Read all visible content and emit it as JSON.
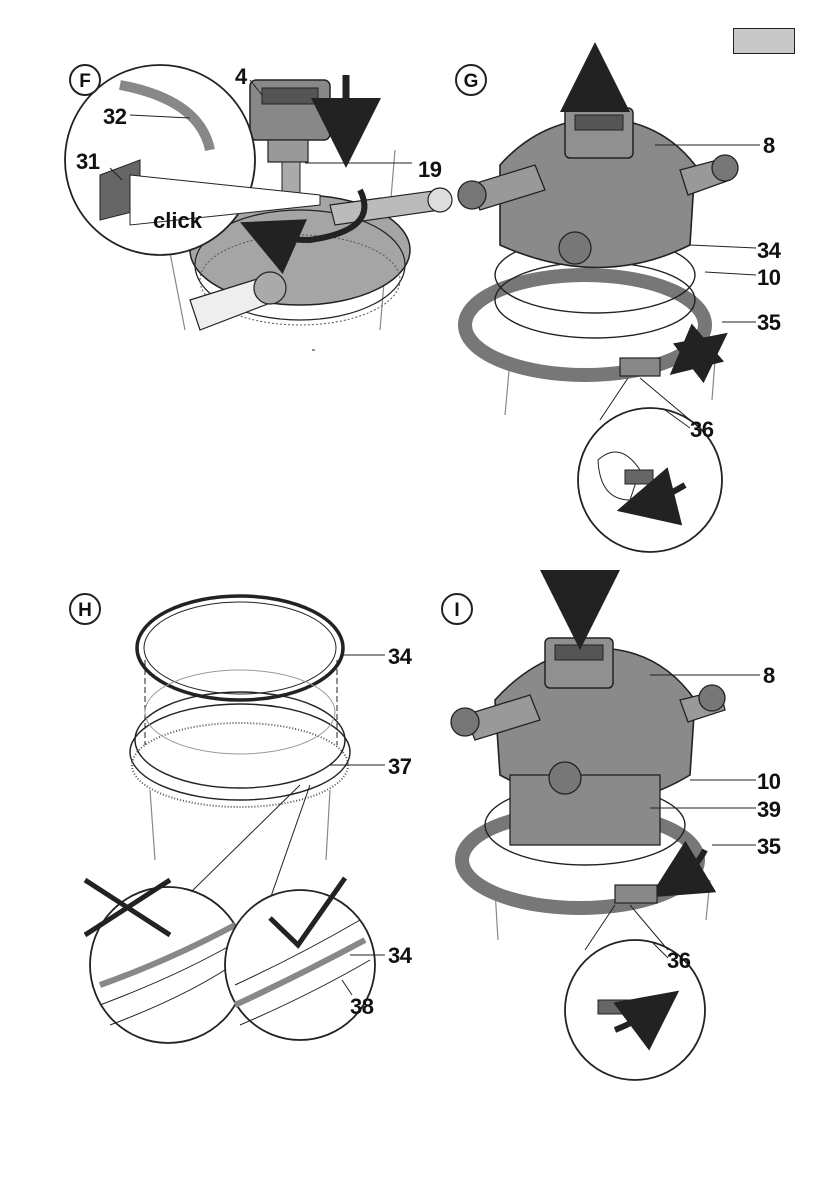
{
  "panels": {
    "F": {
      "letter": "F",
      "callouts": [
        "4",
        "32",
        "31",
        "19"
      ],
      "click_text": "click"
    },
    "G": {
      "letter": "G",
      "callouts": [
        "8",
        "34",
        "10",
        "35",
        "36"
      ]
    },
    "H": {
      "letter": "H",
      "callouts": [
        "34",
        "37",
        "34",
        "38"
      ]
    },
    "I": {
      "letter": "I",
      "callouts": [
        "8",
        "10",
        "39",
        "35",
        "36"
      ]
    }
  },
  "colors": {
    "line": "#222222",
    "gray_dark": "#7a7a7a",
    "gray_mid": "#9c9c9c",
    "gray_light": "#c8c8c8"
  }
}
